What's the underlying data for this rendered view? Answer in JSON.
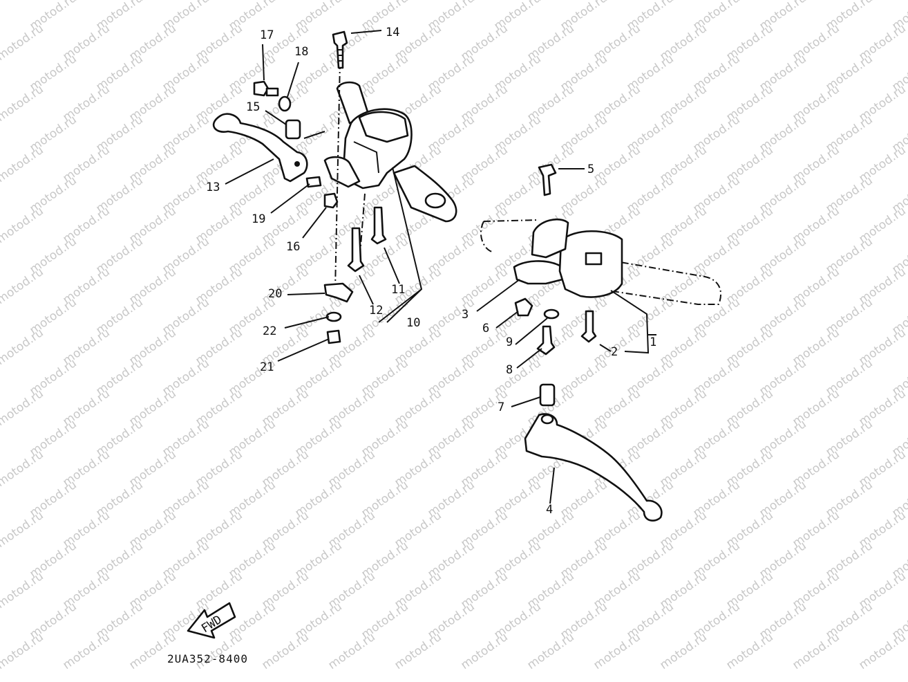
{
  "watermark": "motod.ru",
  "diagram_code": "2UA352-8400",
  "fwd_arrow": {
    "text": "FWD",
    "icon": "fwd-arrow-icon"
  },
  "callouts": {
    "c1": "1",
    "c2": "2",
    "c3": "3",
    "c4": "4",
    "c5": "5",
    "c6": "6",
    "c7": "7",
    "c8": "8",
    "c9": "9",
    "c10": "10",
    "c11": "11",
    "c12": "12",
    "c13": "13",
    "c14": "14",
    "c15": "15",
    "c16": "16",
    "c17": "17",
    "c18": "18",
    "c19": "19",
    "c20": "20",
    "c21": "21",
    "c22": "22"
  },
  "colors": {
    "ink": "#111111",
    "watermark": "#c8c8c8",
    "paper": "#ffffff"
  }
}
